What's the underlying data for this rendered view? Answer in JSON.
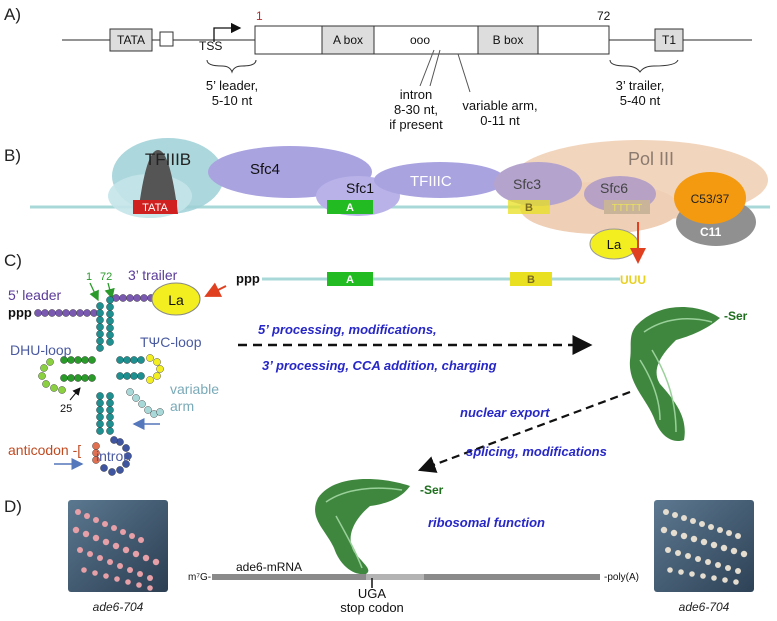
{
  "panel_labels": {
    "a": "A)",
    "b": "B)",
    "c": "C)",
    "d": "D)"
  },
  "panel_a": {
    "tata": "TATA",
    "tss": "TSS",
    "pos_start": "1",
    "pos_end": "72",
    "a_box": "A box",
    "intron_symbol": "ooo",
    "b_box": "B box",
    "t1": "T1",
    "leader_l1": "5’ leader,",
    "leader_l2": "5-10 nt",
    "intron_l1": "intron",
    "intron_l2": "8-30 nt,",
    "intron_l3": "if present",
    "varm_l1": "variable arm,",
    "varm_l2": "0-11 nt",
    "trailer_l1": "3’ trailer,",
    "trailer_l2": "5-40 nt"
  },
  "panel_b": {
    "tfiiib": "TFIIIB",
    "tata": "TATA",
    "sfc4": "Sfc4",
    "sfc1": "Sfc1",
    "tfiiic": "TFIIIC",
    "pol3": "Pol III",
    "sfc3": "Sfc3",
    "sfc6": "Sfc6",
    "c5337": "C53/37",
    "c11": "C11",
    "a": "A",
    "b": "B",
    "ttttt": "TTTTT",
    "la": "La"
  },
  "panel_c": {
    "pos1": "1",
    "pos72": "72",
    "trailer": "3’ trailer",
    "leader": "5’ leader",
    "ppp": "ppp",
    "la": "La",
    "dhu": "DHU-loop",
    "tpsic": "TΨC-loop",
    "variable_l1": "variable",
    "variable_l2": "arm",
    "pos25": "25",
    "anticodon": "anticodon -[",
    "intron": "intron",
    "rna_ppp": "ppp",
    "rna_a": "A",
    "rna_b": "B",
    "uuu": "UUU",
    "step1": "5’ processing, modifications,",
    "step2": "3’ processing, CCA addition, charging",
    "ser1": "-Ser",
    "export": "nuclear export",
    "splicing": "splicing, modifications",
    "ser2": "-Ser",
    "ribosomal": "ribosomal function"
  },
  "panel_d": {
    "mrna_cap": "m⁷G-",
    "mrna_name": "ade6-mRNA",
    "uga": "UGA",
    "stop": "stop codon",
    "polya": "-poly(A)",
    "caption_left": "ade6-704",
    "caption_right": "ade6-704"
  },
  "colors": {
    "a_box": "#22bb22",
    "b_box": "#e8e020",
    "la": "#f2ee20",
    "teal_line": "#a8d8d8",
    "tfiiic": "#a9a3e0",
    "pol3": "#f2d5bd",
    "c5337": "#f39a10",
    "tata_red": "#d02020",
    "trna_green": "#1e6e1e",
    "process_blue": "#2727c8"
  }
}
